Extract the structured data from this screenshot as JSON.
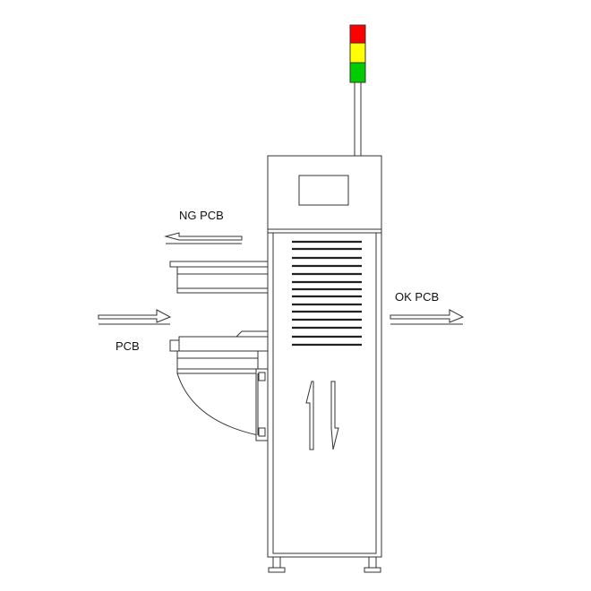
{
  "labels": {
    "ng_pcb": "NG PCB",
    "ok_pcb": "OK PCB",
    "pcb_in": "PCB"
  },
  "signal_tower": {
    "colors": [
      "#ff0000",
      "#ffff00",
      "#00cc00"
    ]
  },
  "icons": {
    "flow": "arrow-icon",
    "lift": "up-down-arrows-icon"
  }
}
